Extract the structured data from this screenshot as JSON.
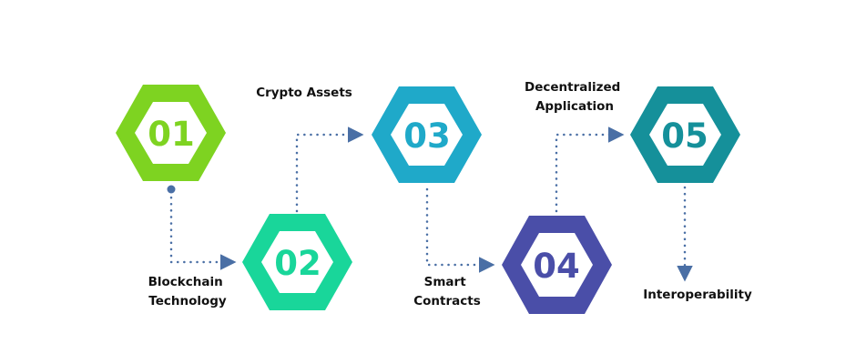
{
  "steps": [
    {
      "number": "01",
      "color": "#7ed321",
      "label_lines": []
    },
    {
      "number": "02",
      "color": "#19d69a",
      "label_lines": [
        "Blockchain",
        "Technology"
      ]
    },
    {
      "number": "03",
      "color": "#1fa9c9",
      "label_lines": [
        "Crypto Assets"
      ]
    },
    {
      "number": "04",
      "color": "#4a4ea8",
      "label_lines": [
        "Smart",
        "Contracts"
      ]
    },
    {
      "number": "05",
      "color": "#15909a",
      "label_lines": [
        "Decentralized",
        "Application"
      ]
    },
    {
      "number": "",
      "color": "",
      "label_lines": [
        "Interoperability"
      ]
    }
  ],
  "connector_color": "#4a6fa5"
}
